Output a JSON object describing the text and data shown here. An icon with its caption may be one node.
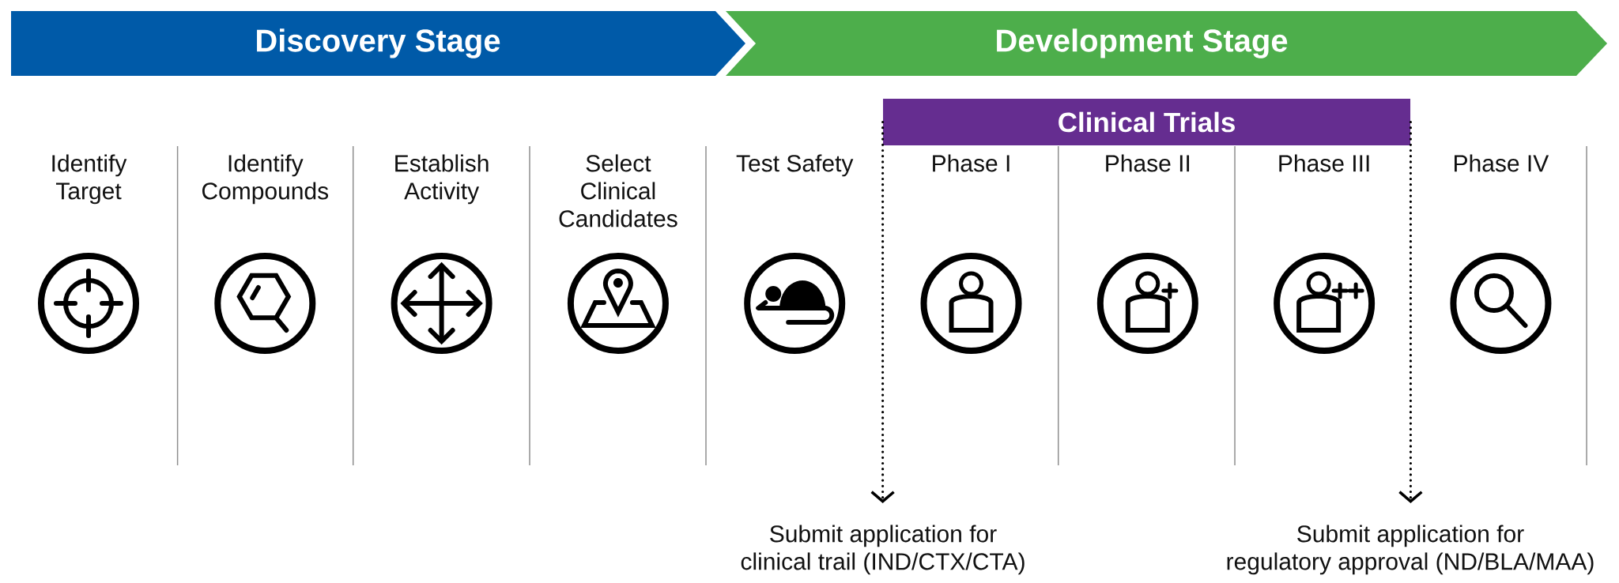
{
  "diagram": {
    "nodes": [
      {
        "text": [
          "Discovery Stage"
        ]
      },
      {
        "text": [
          "Development Stage"
        ]
      },
      {
        "text": [
          "Clinical Trials"
        ]
      },
      {
        "text": [
          "Identify Target"
        ]
      },
      {
        "text": [
          "Identify Compounds"
        ]
      },
      {
        "text": [
          "Establish Activity"
        ]
      },
      {
        "text": [
          "Select Clinical Candidates"
        ]
      },
      {
        "text": [
          "Test Safety"
        ]
      },
      {
        "text": [
          "Phase I"
        ]
      },
      {
        "text": [
          "Phase II"
        ]
      },
      {
        "text": [
          "Phase III"
        ]
      },
      {
        "text": [
          "Phase IV"
        ]
      },
      {
        "text": [
          "Submit application for clinical trail (IND/CTX/CTA)"
        ]
      },
      {
        "text": [
          "Submit application for regulatory approval (ND/BLA/MAA)"
        ]
      }
    ],
    "edges": [
      {
        "from": 2,
        "to": 12,
        "arrow": "to",
        "style": "dashed"
      },
      {
        "from": 2,
        "to": 13,
        "arrow": "to",
        "style": "dashed"
      }
    ]
  }
}
